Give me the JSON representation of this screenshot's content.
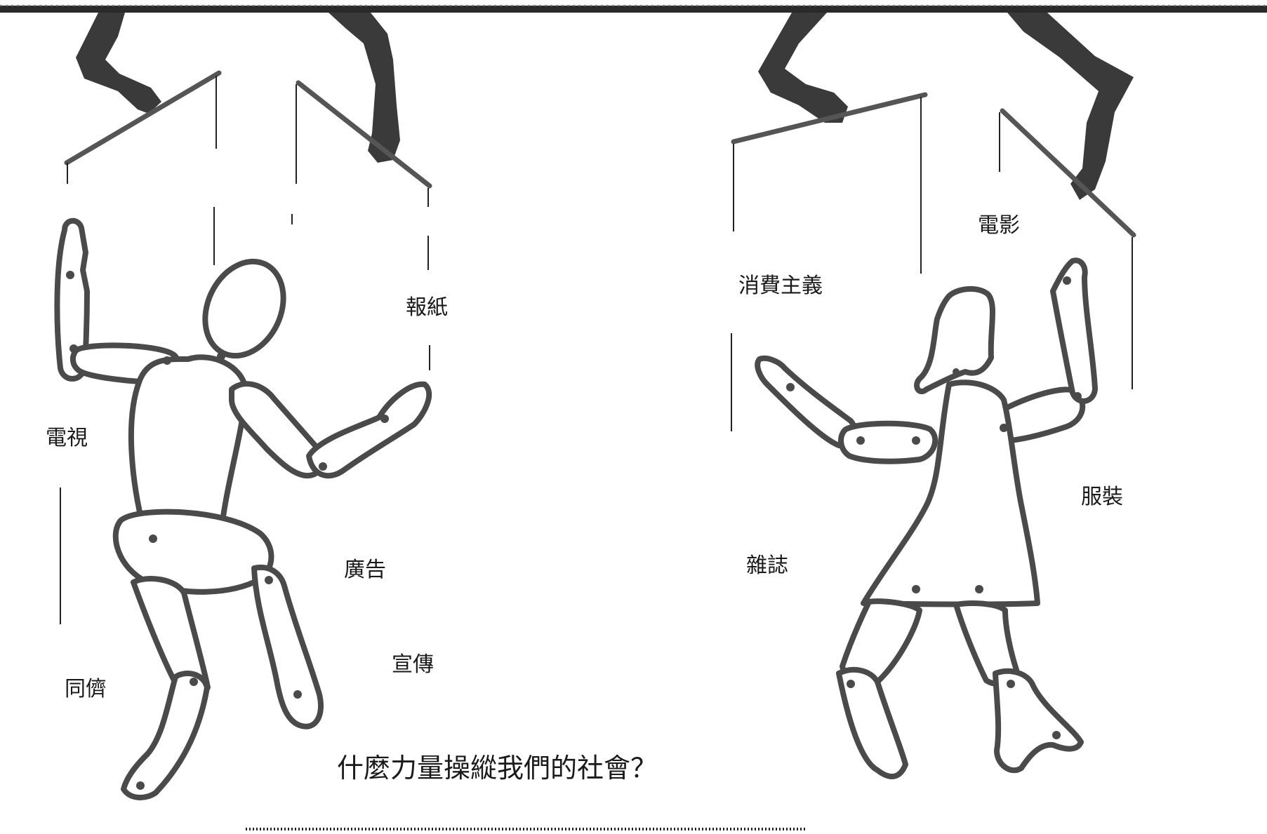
{
  "labels": {
    "tv": "電視",
    "peers": "同儕",
    "newspaper": "報紙",
    "advertising": "廣告",
    "propaganda": "宣傳",
    "consumerism": "消費主義",
    "film": "電影",
    "magazine": "雜誌",
    "clothing": "服裝"
  },
  "question": "什麼力量操縱我們的社會？",
  "colors": {
    "ink": "#1a1a1a",
    "hand": "#3a3a3a",
    "puppet_outline": "#4a4a4a"
  }
}
